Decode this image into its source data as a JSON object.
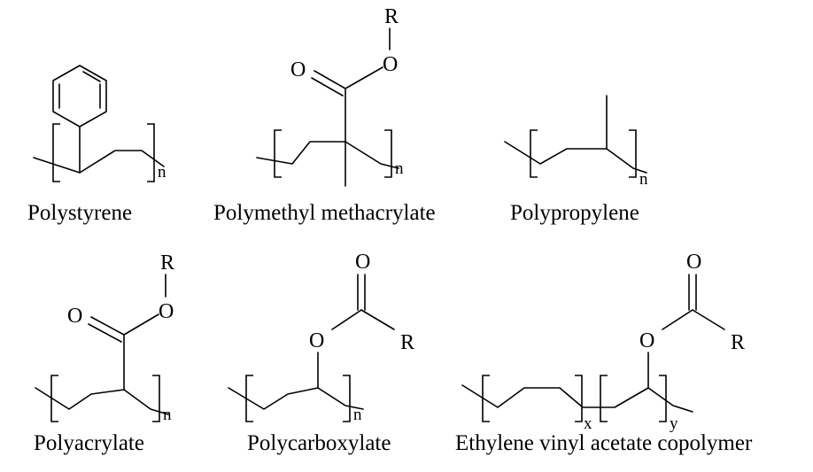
{
  "atoms": {
    "oxygen": "O",
    "r_group": "R"
  },
  "subscripts": {
    "n": "n",
    "x": "x",
    "y": "y"
  },
  "polymers": [
    {
      "name": "Polystyrene"
    },
    {
      "name": "Polymethyl methacrylate"
    },
    {
      "name": "Polypropylene"
    },
    {
      "name": "Polyacrylate"
    },
    {
      "name": "Polycarboxylate"
    },
    {
      "name": "Ethylene vinyl acetate copolymer"
    }
  ]
}
